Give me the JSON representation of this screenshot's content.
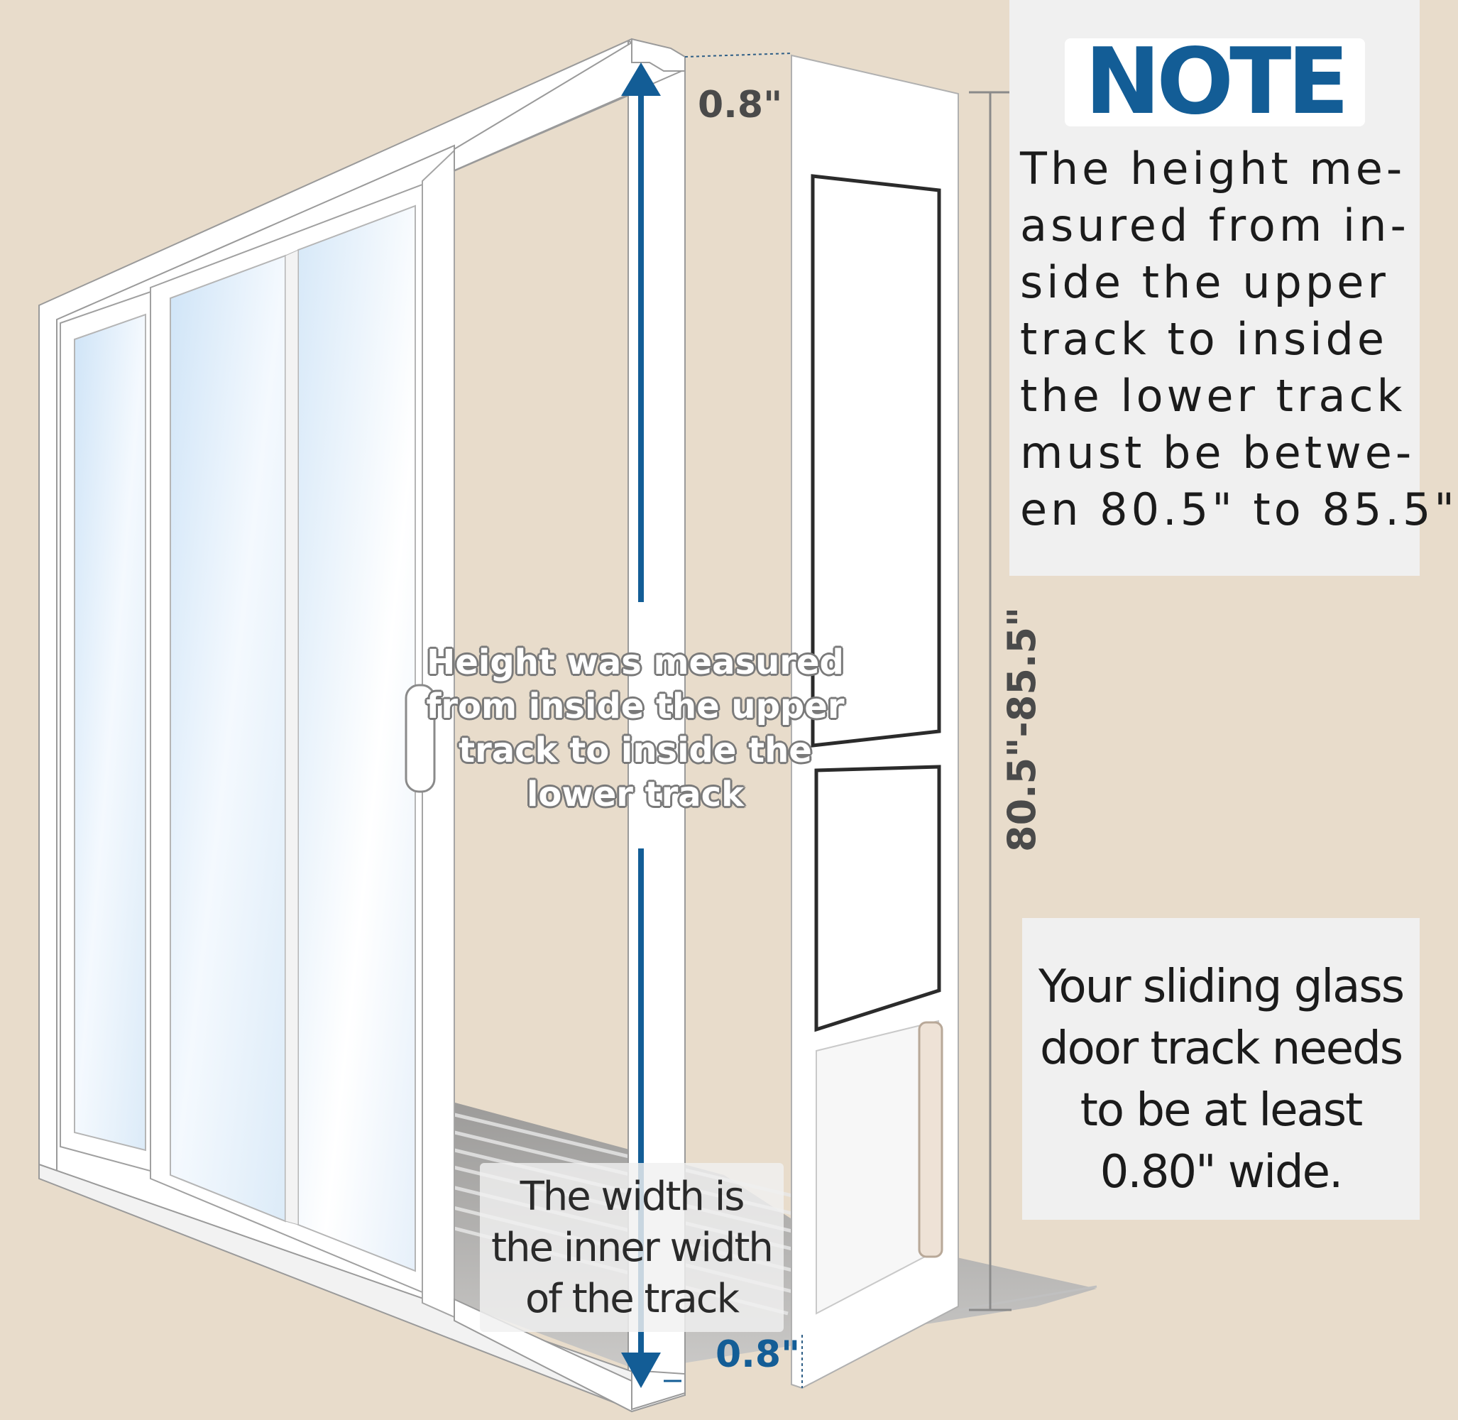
{
  "note": {
    "title": "NOTE",
    "lines": [
      "The height me-",
      "asured from in-",
      "side the upper",
      "track to inside",
      "the lower track",
      "must be betwe-",
      "en 80.5\" to 85.5\""
    ]
  },
  "track_note": {
    "lines": [
      "Your sliding glass",
      "door track needs",
      "to be at least",
      "0.80\" wide."
    ]
  },
  "height_caption": {
    "lines": [
      "Height was measured",
      "from inside the upper",
      "track to inside the",
      "lower track"
    ]
  },
  "width_caption": {
    "lines": [
      "The width is",
      "the inner width",
      "of the track"
    ]
  },
  "dimensions": {
    "top_track": "0.8\"",
    "bottom_track": "0.8\"",
    "height_range": "80.5\"-85.5\""
  },
  "colors": {
    "background": "#e8dccb",
    "accent_blue": "#135d96",
    "panel": "#f0f0f0"
  }
}
